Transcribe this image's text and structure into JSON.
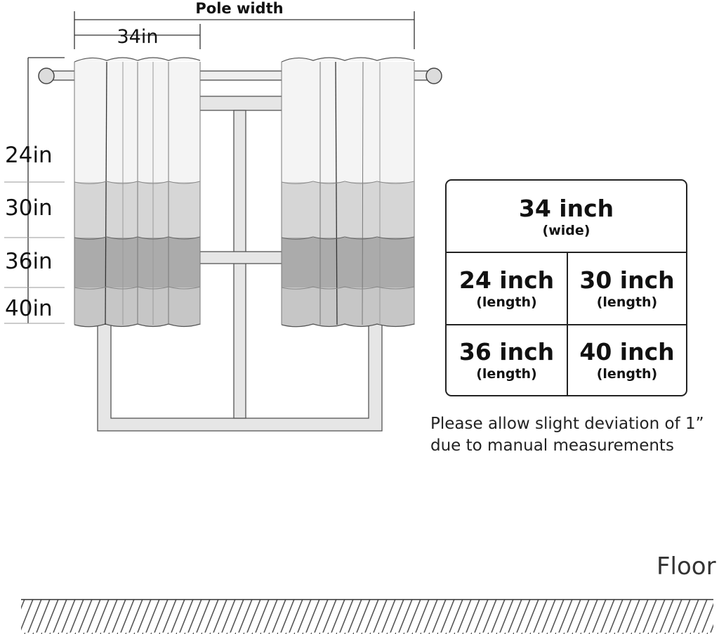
{
  "diagram": {
    "pole_width_label": "Pole width",
    "panel_width_label": "34in",
    "length_labels": [
      "24in",
      "30in",
      "36in",
      "40in"
    ]
  },
  "spec_table": {
    "width": {
      "value": "34 inch",
      "unit": "(wide)"
    },
    "lengths": [
      {
        "value": "24 inch",
        "unit": "(length)"
      },
      {
        "value": "30 inch",
        "unit": "(length)"
      },
      {
        "value": "36 inch",
        "unit": "(length)"
      },
      {
        "value": "40 inch",
        "unit": "(length)"
      }
    ]
  },
  "note": {
    "line1": "Please allow slight deviation of 1”",
    "line2": "due to manual measurements"
  },
  "floor_label": "Floor",
  "colors": {
    "band_24": "#f4f4f4",
    "band_30": "#d6d6d6",
    "band_36": "#ababab",
    "band_40": "#c6c6c6",
    "window_frame": "#e6e6e6",
    "outline": "#222222"
  }
}
